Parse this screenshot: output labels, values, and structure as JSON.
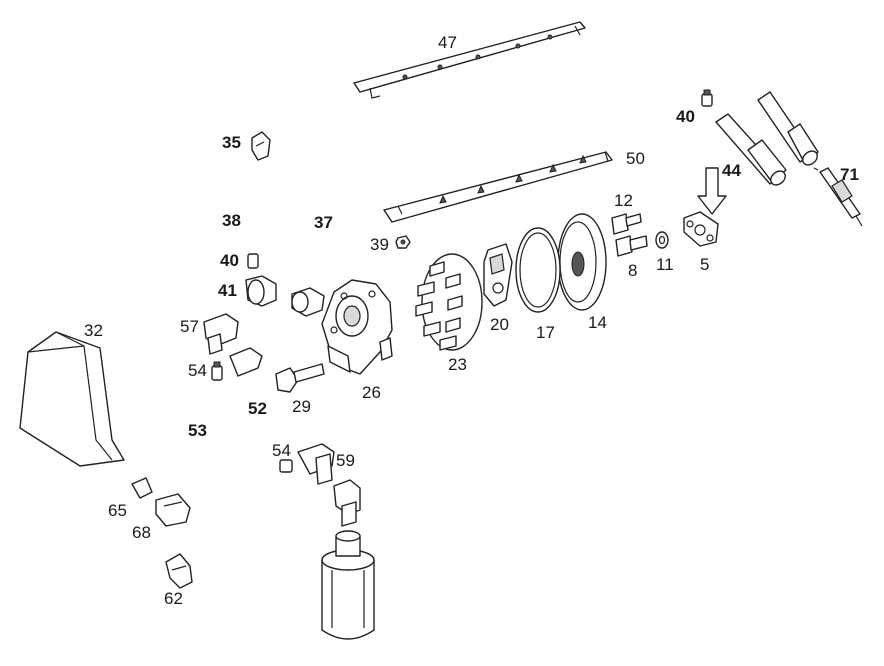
{
  "labels": {
    "p47": "47",
    "p35": "35",
    "p40a": "40",
    "p44": "44",
    "p71": "71",
    "p50": "50",
    "p12": "12",
    "p38": "38",
    "p37": "37",
    "p39": "39",
    "p40b": "40",
    "p8": "8",
    "p11": "11",
    "p5": "5",
    "p41": "41",
    "p32": "32",
    "p57": "57",
    "p20": "20",
    "p17": "17",
    "p14": "14",
    "p23": "23",
    "p54a": "54",
    "p29": "29",
    "p26": "26",
    "p52": "52",
    "p53": "53",
    "p54b": "54",
    "p59": "59",
    "p65": "65",
    "p68": "68",
    "p62": "62"
  }
}
